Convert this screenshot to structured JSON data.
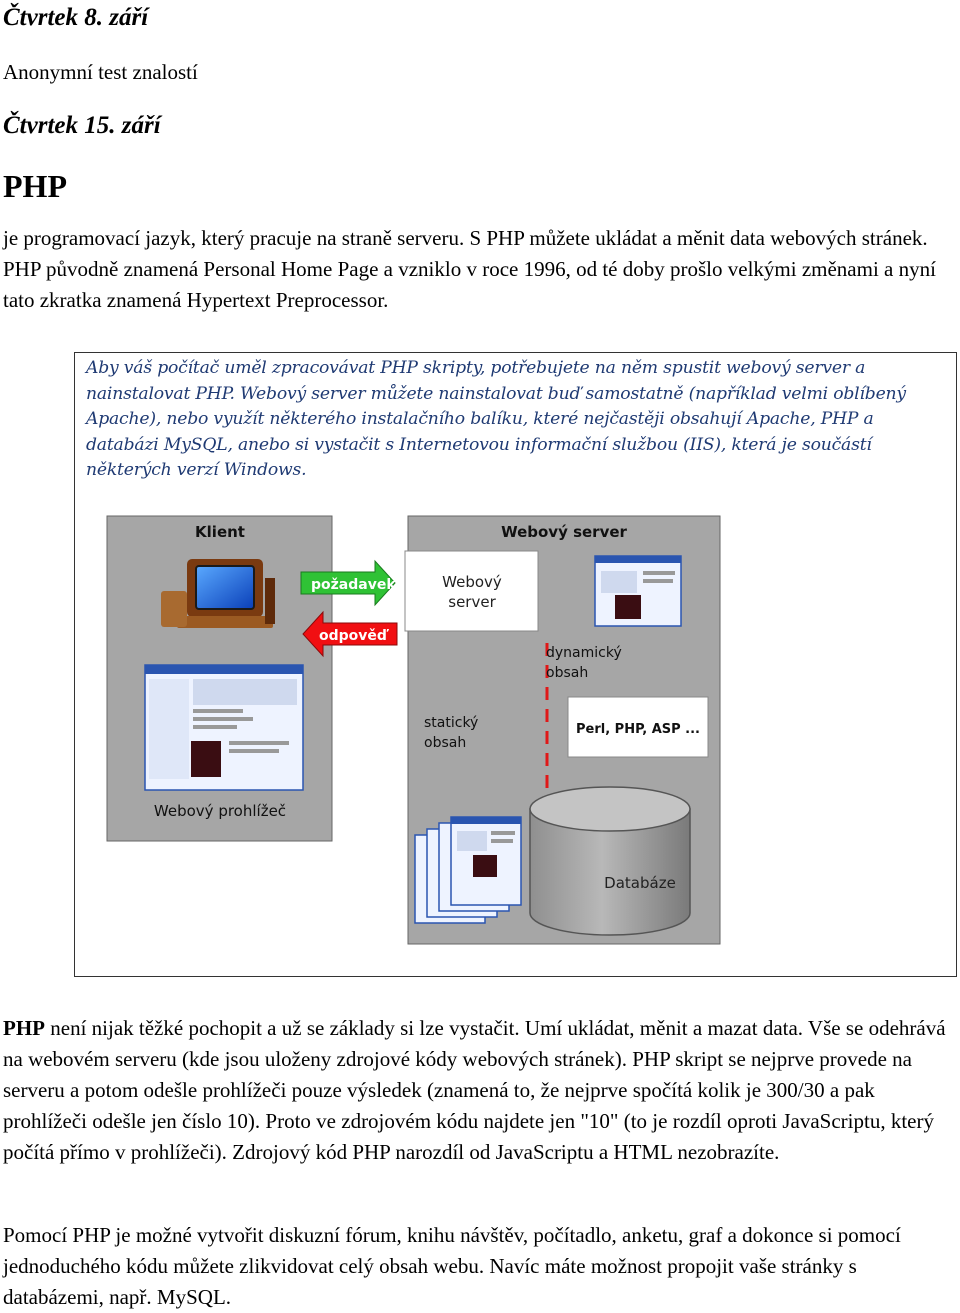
{
  "heading1": "Čtvrtek 8. září",
  "line1": "Anonymní test znalostí",
  "heading2": "Čtvrtek 15. září",
  "heading3": "PHP",
  "intro": "je programovací jazyk, který pracuje na straně serveru. S PHP můžete ukládat a měnit data webových stránek. PHP původně znamená Personal Home Page a vzniklo v roce 1996, od té doby prošlo velkými změnami a nyní tato zkratka znamená Hypertext Preprocessor.",
  "box_text": "Aby váš počítač uměl zpracovávat PHP skripty, potřebujete na něm spustit webový server a nainstalovat PHP. Webový server můžete nainstalovat buď samostatně (například velmi oblíbený Apache), nebo využít některého instalačního balíku, které nejčastěji obsahují Apache, PHP a databázi MySQL, anebo si vystačit s Internetovou informační službou (IIS), která je součástí některých verzí Windows.",
  "diagram": {
    "client_title": "Klient",
    "server_title": "Webový server",
    "request": "požadavek",
    "response": "odpověď",
    "webserver_box_line1": "Webový",
    "webserver_box_line2": "server",
    "dynamic_line1": "dynamický",
    "dynamic_line2": "obsah",
    "static_line1": "statický",
    "static_line2": "obsah",
    "languages": "Perl, PHP, ASP ...",
    "database": "Databáze",
    "browser": "Webový prohlížeč"
  },
  "para2_bold": "PHP",
  "para2": " není nijak těžké pochopit a už se základy si lze vystačit. Umí ukládat, měnit a mazat data. Vše se odehrává na webovém serveru (kde jsou uloženy zdrojové kódy webových stránek). PHP skript se nejprve provede na serveru a potom odešle prohlížeči pouze výsledek (znamená to, že nejprve spočítá kolik je 300/30 a pak prohlížeči odešle jen číslo 10). Proto ve zdrojovém kódu najdete jen \"10\" (to je rozdíl oproti JavaScriptu, který počítá přímo v prohlížeči). Zdrojový kód PHP narozdíl od JavaScriptu a HTML nezobrazíte.",
  "para3": "Pomocí PHP je možné vytvořit diskuzní fórum, knihu návštěv, počítadlo, anketu, graf a dokonce si pomocí jednoduchého kódu můžete zlikvidovat celý obsah webu. Navíc máte možnost propojit vaše stránky s databázemi, např. MySQL."
}
